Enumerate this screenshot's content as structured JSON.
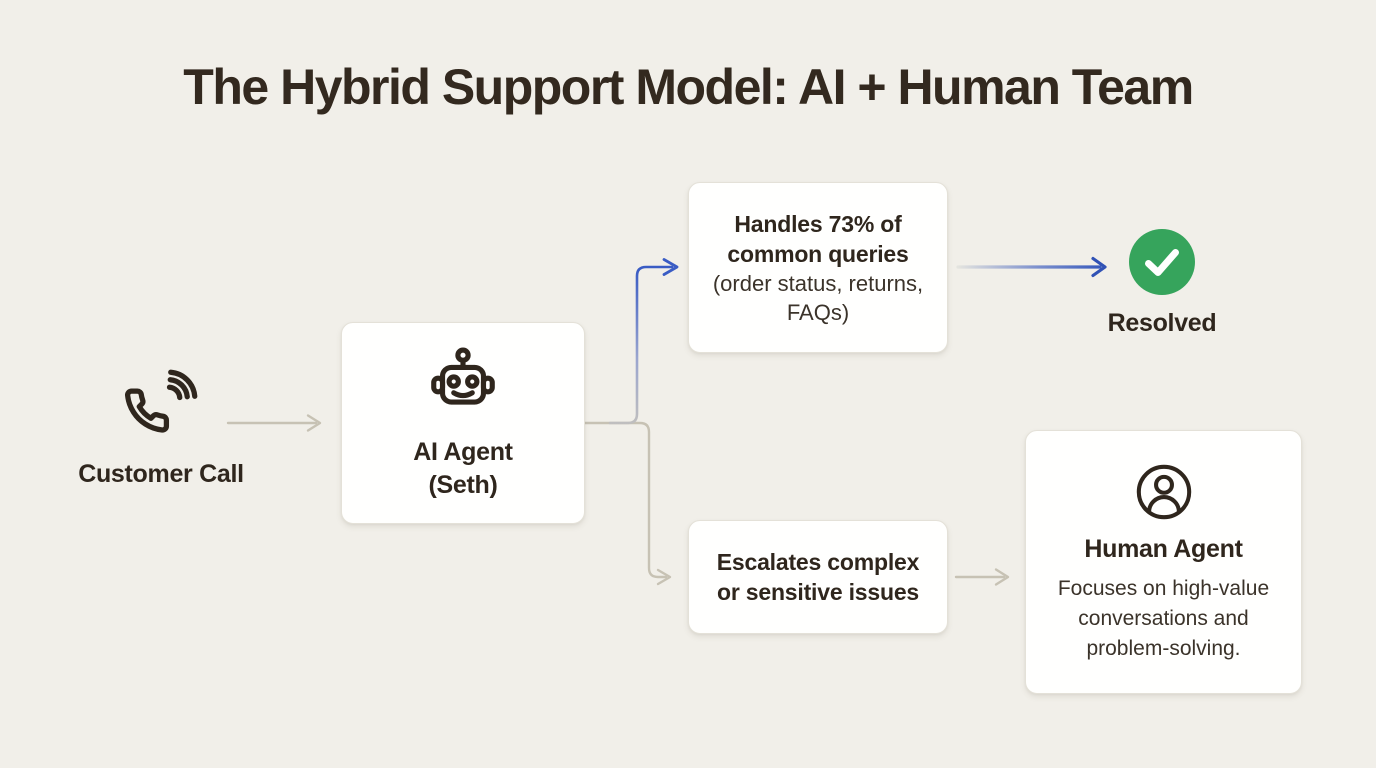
{
  "title": "The Hybrid Support Model: AI + Human Team",
  "colors": {
    "background": "#f1efe9",
    "card_background": "#fffffe",
    "text_dark": "#2f261d",
    "accent_blue": "#3356bb",
    "accent_green": "#36a45c",
    "arrow_neutral": "#c7c2b4"
  },
  "nodes": {
    "customer_call": {
      "icon": "phone-call-icon",
      "label": "Customer Call"
    },
    "ai_agent": {
      "icon": "robot-icon",
      "label_line1": "AI Agent",
      "label_line2": "(Seth)"
    },
    "handles_queries": {
      "bold_line1": "Handles 73% of",
      "bold_line2": "common queries",
      "sub_line1": "(order status, returns,",
      "sub_line2": "FAQs)"
    },
    "resolved": {
      "icon": "check-circle-icon",
      "label": "Resolved"
    },
    "escalates": {
      "line1": "Escalates complex",
      "line2": "or sensitive issues"
    },
    "human_agent": {
      "icon": "person-circle-icon",
      "title": "Human Agent",
      "desc_line1": "Focuses on high-value",
      "desc_line2": "conversations and",
      "desc_line3": "problem-solving."
    }
  }
}
